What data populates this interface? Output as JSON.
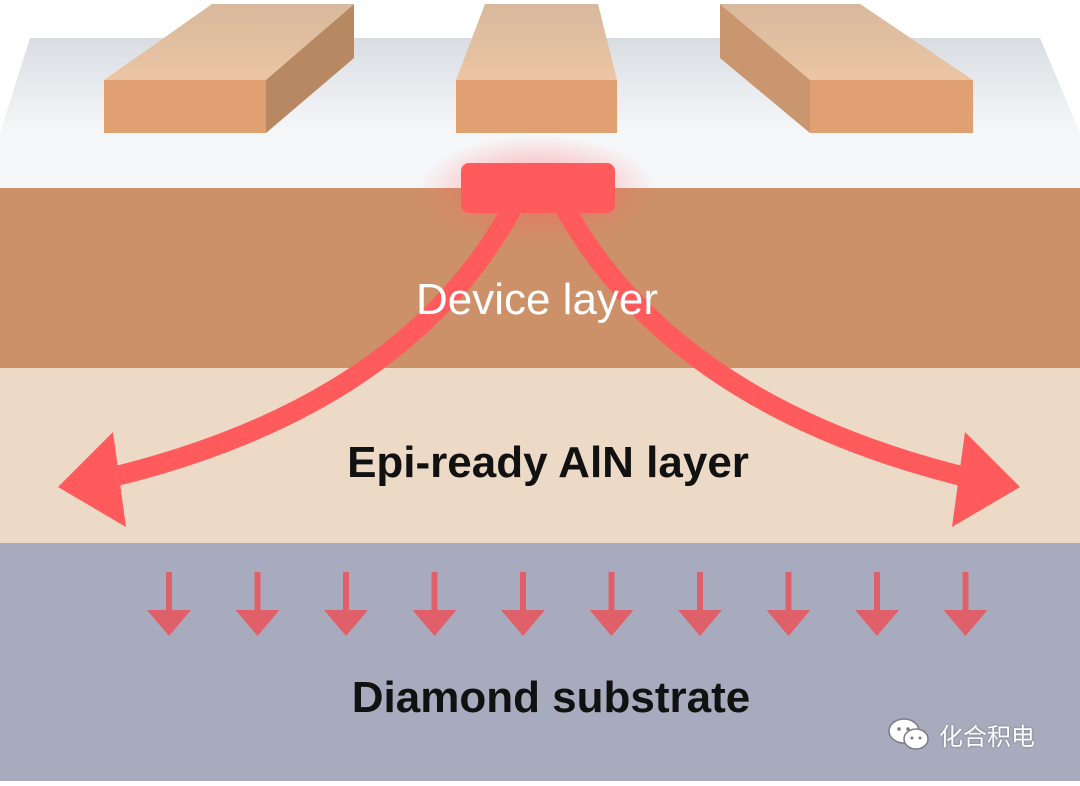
{
  "labels": {
    "device_layer": "Device layer",
    "epi_layer": "Epi-ready AlN layer",
    "substrate": "Diamond substrate"
  },
  "watermark": {
    "icon": "wechat-icon",
    "text": "化合积电"
  },
  "colors": {
    "contact": "#e0a072",
    "surface": "#eef0f3",
    "device_layer": "#cd9169",
    "epi_layer": "#ecdac7",
    "substrate": "#a8abbd",
    "heat": "#ff5a5c"
  },
  "layers": [
    "contacts",
    "passivation",
    "device_layer",
    "epi_layer",
    "substrate"
  ]
}
